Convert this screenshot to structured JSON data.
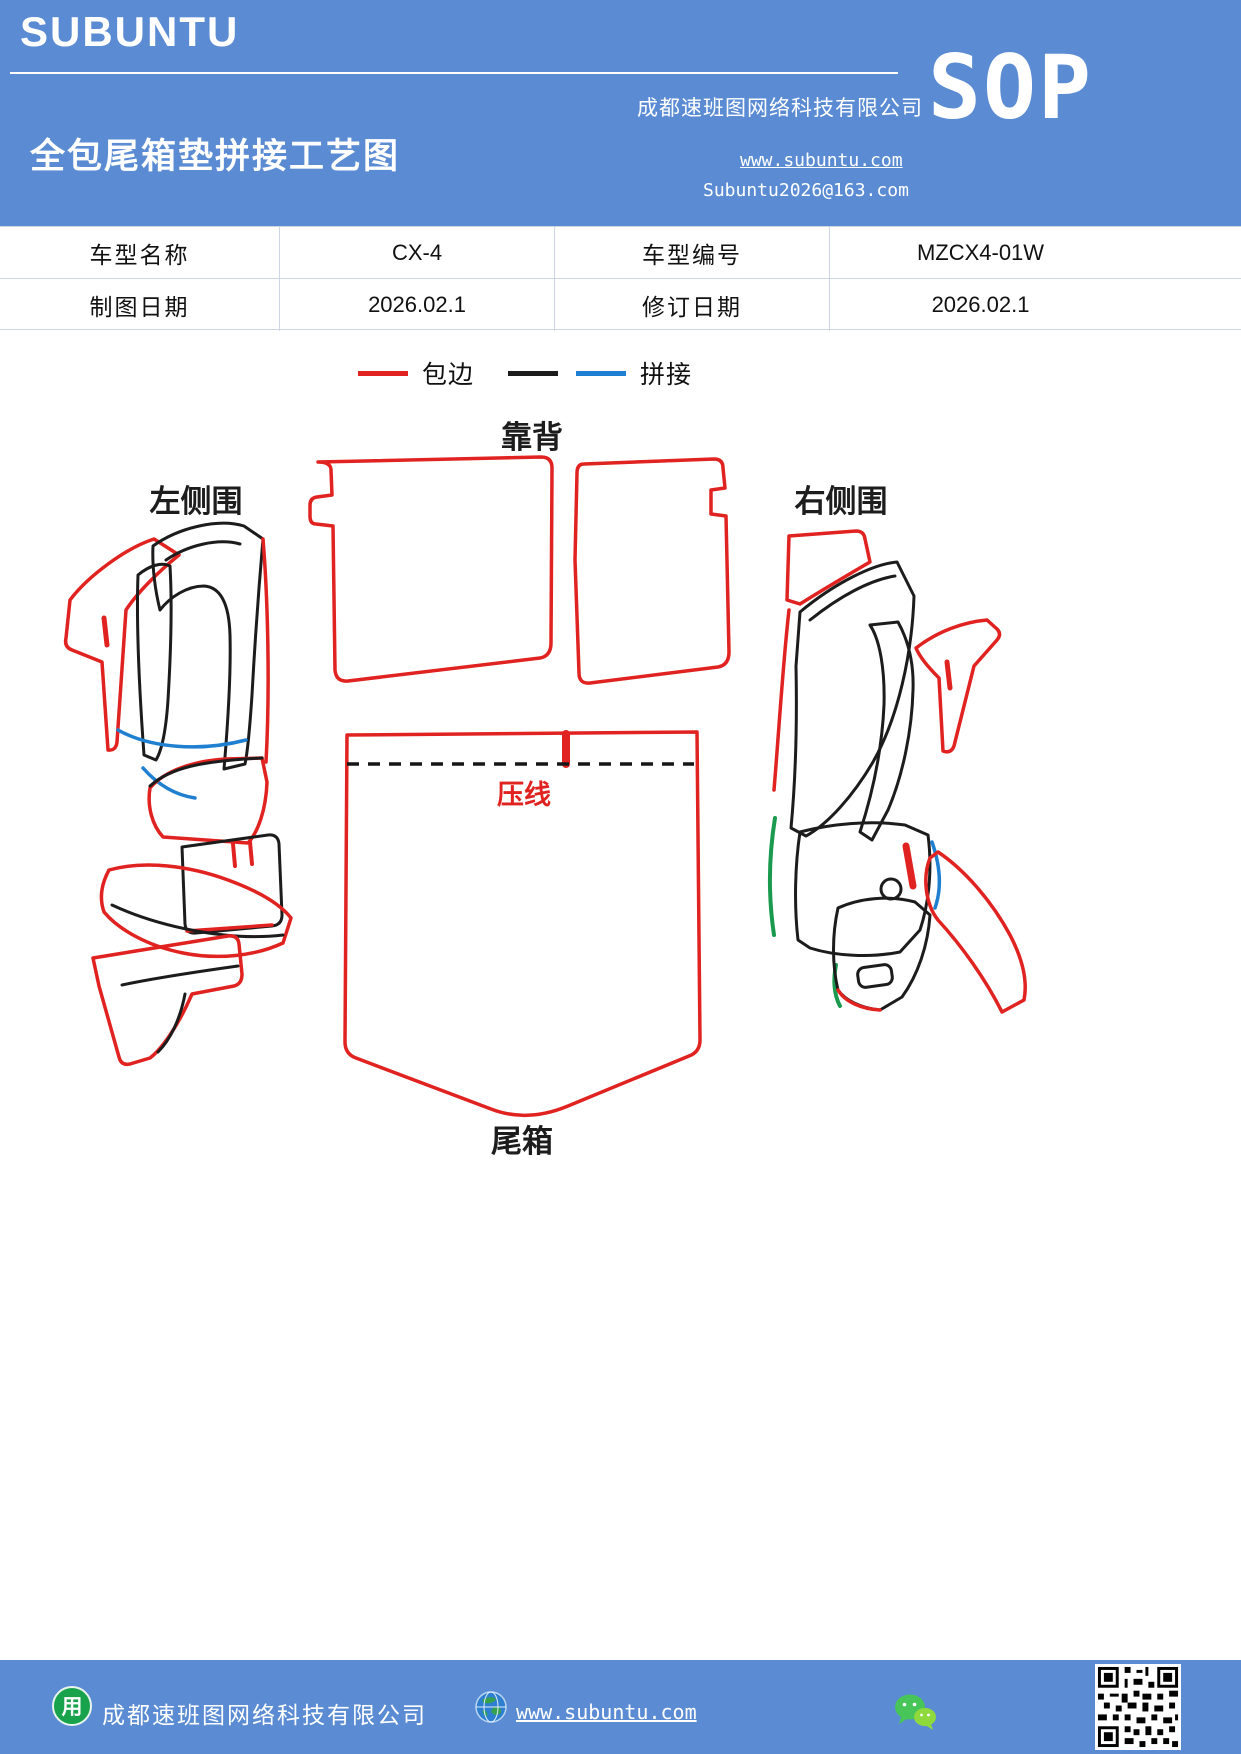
{
  "colors": {
    "header_blue": "#5b8cd3",
    "binding_red": "#e02320",
    "stitch_black": "#1c1c1c",
    "stitch_blue": "#1f7fd0",
    "stitch_green": "#1a9a4e"
  },
  "header": {
    "logo": "SUBUNTU",
    "title": "全包尾箱垫拼接工艺图",
    "company": "成都速班图网络科技有限公司",
    "sop": "SOP",
    "website": "www.subuntu.com",
    "email": "Subuntu2026@163.com"
  },
  "info_table": {
    "model_name_label": "车型名称",
    "model_name": "CX-4",
    "model_code_label": "车型编号",
    "model_code": "MZCX4-01W",
    "draw_date_label": "制图日期",
    "draw_date": "2026.02.1",
    "revision_date_label": "修订日期",
    "revision_date": "2026.02.1"
  },
  "legend": {
    "binding_label": "包边",
    "stitch_label": "拼接"
  },
  "diagram": {
    "backrest_label": "靠背",
    "left_side_label": "左侧围",
    "right_side_label": "右侧围",
    "press_line_label": "压线",
    "trunk_label": "尾箱"
  },
  "footer": {
    "logo_glyph": "用",
    "company": "成都速班图网络科技有限公司",
    "website": "www.subuntu.com"
  }
}
